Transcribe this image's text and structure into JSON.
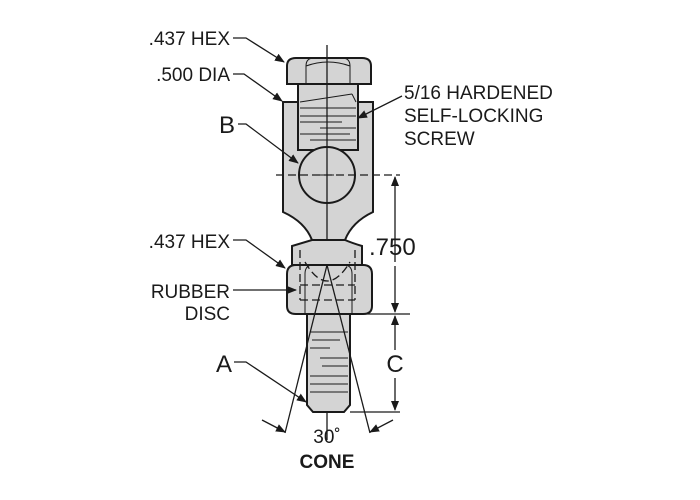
{
  "labels": {
    "top_hex": ".437 HEX",
    "dia": ".500 DIA",
    "b": "B",
    "screw_line1": "5/16 HARDENED",
    "screw_line2": "SELF-LOCKING",
    "screw_line3": "SCREW",
    "lower_hex": ".437 HEX",
    "dim_750": ".750",
    "rubber_line1": "RUBBER",
    "rubber_line2": "DISC",
    "a": "A",
    "c": "C",
    "angle": "30˚",
    "cone": "CONE"
  },
  "colors": {
    "part_fill": "#d4d4d4",
    "line": "#1a1a1a",
    "cone_text": "#1a1a1a"
  }
}
